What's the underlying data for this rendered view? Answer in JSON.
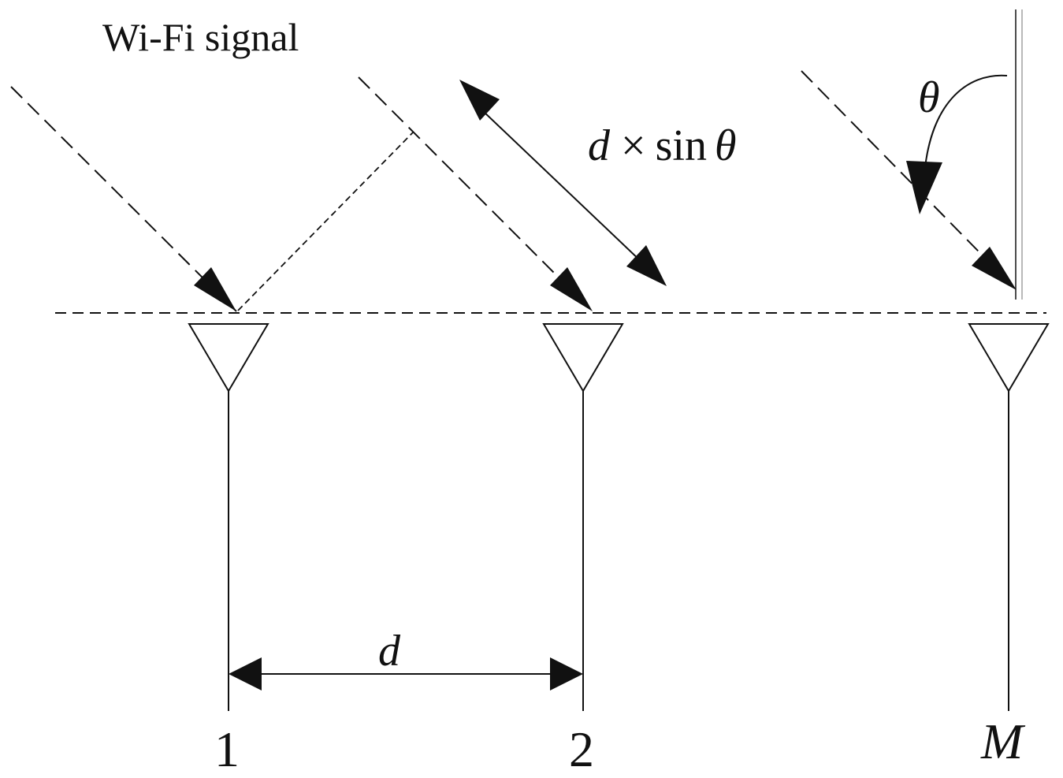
{
  "diagram": {
    "signal_label": "Wi-Fi signal",
    "path_difference": {
      "d": "d",
      "times": "×",
      "sin": "sin",
      "theta": "θ"
    },
    "angle_label": "θ",
    "spacing_label": "d",
    "antennas": [
      {
        "label": "1"
      },
      {
        "label": "2"
      },
      {
        "label": "M"
      }
    ],
    "colors": {
      "stroke": "#111111",
      "background": "#ffffff"
    }
  }
}
